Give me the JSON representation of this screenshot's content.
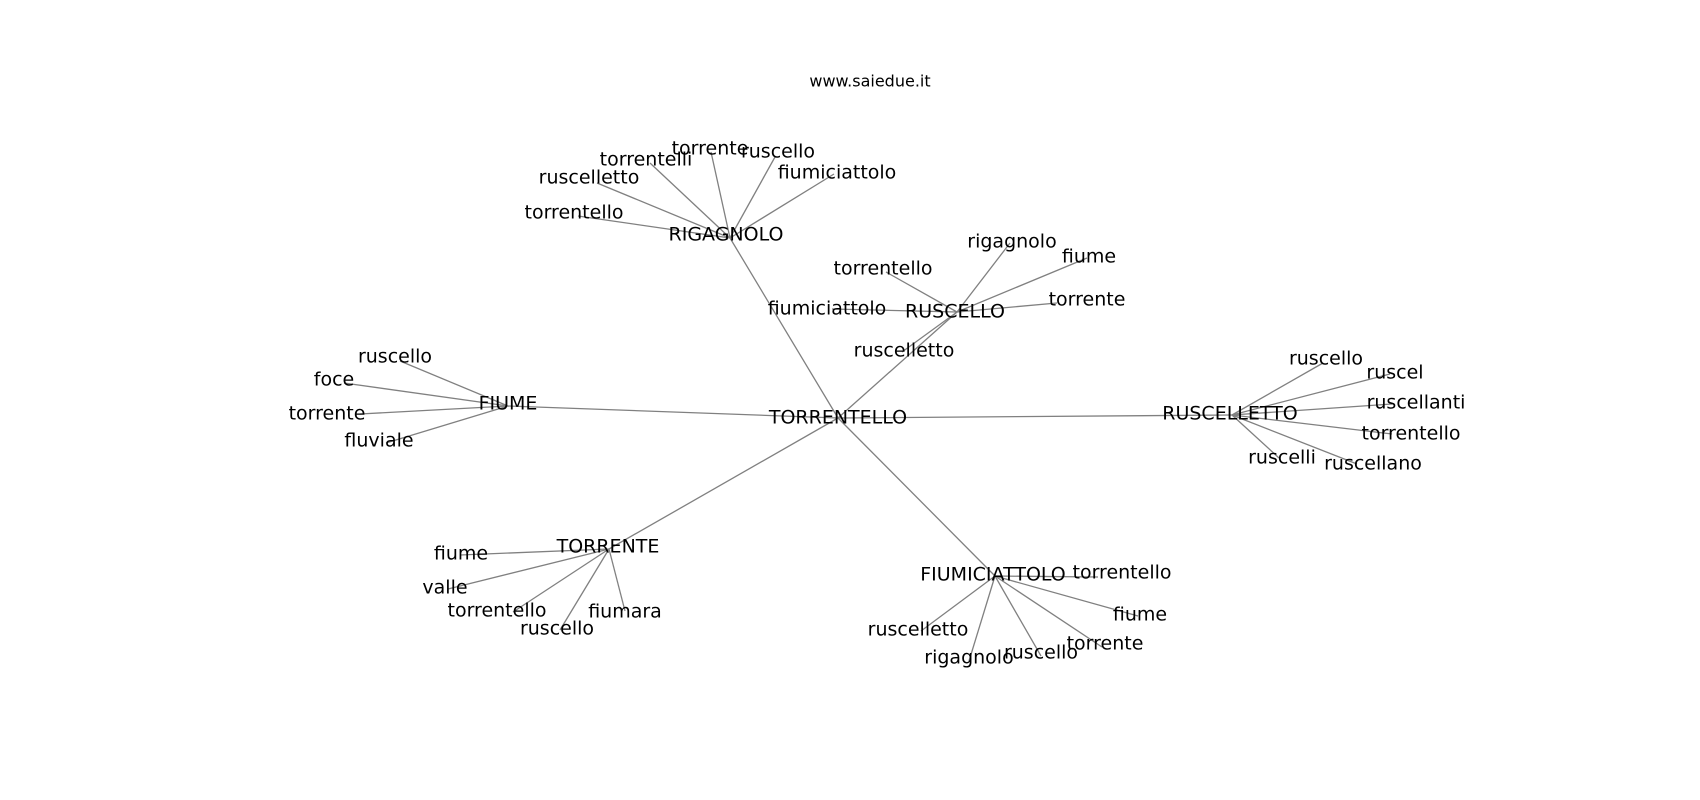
{
  "site_label": "www.saiedue.it",
  "graph": {
    "center": {
      "label": "TORRENTELLO"
    },
    "branches": [
      {
        "label": "RIGAGNOLO",
        "leaves": [
          "torrente",
          "ruscello",
          "torrentelli",
          "ruscelletto",
          "fiumiciattolo",
          "torrentello"
        ]
      },
      {
        "label": "RUSCELLO",
        "leaves": [
          "rigagnolo",
          "fiume",
          "torrentello",
          "torrente",
          "fiumiciattolo",
          "ruscelletto"
        ]
      },
      {
        "label": "FIUME",
        "leaves": [
          "ruscello",
          "foce",
          "torrente",
          "fluviale"
        ]
      },
      {
        "label": "RUSCELLETTO",
        "leaves": [
          "ruscello",
          "ruscel",
          "ruscellanti",
          "torrentello",
          "ruscelli",
          "ruscellano"
        ]
      },
      {
        "label": "TORRENTE",
        "leaves": [
          "fiume",
          "valle",
          "torrentello",
          "ruscello",
          "fiumara"
        ]
      },
      {
        "label": "FIUMICIATTOLO",
        "leaves": [
          "torrentello",
          "fiume",
          "ruscelletto",
          "rigagnolo",
          "ruscello",
          "torrente"
        ]
      }
    ]
  }
}
